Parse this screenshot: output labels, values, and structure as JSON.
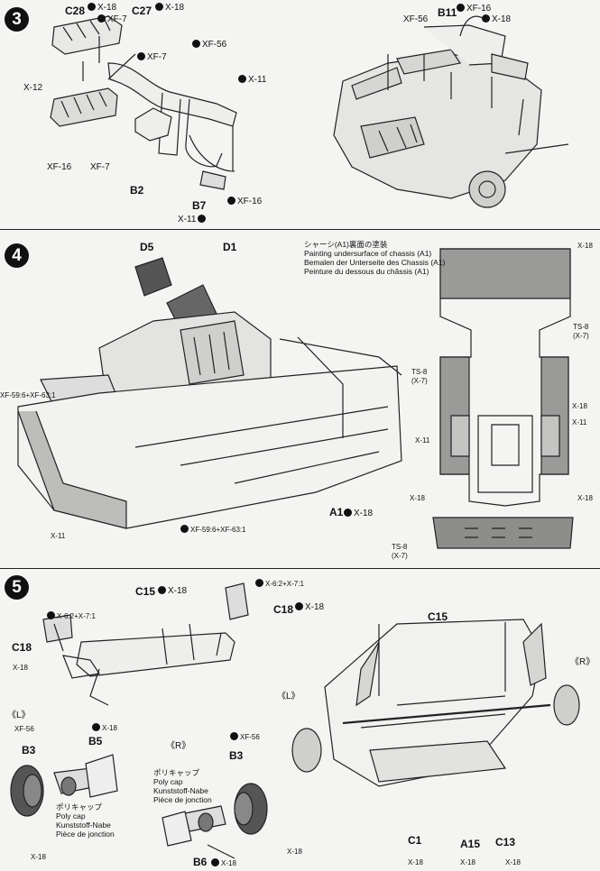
{
  "steps": [
    "3",
    "4",
    "5"
  ],
  "step3": {
    "labels": {
      "c28": "C28",
      "c27": "C27",
      "b11": "B11",
      "b2": "B2",
      "b7": "B7",
      "x18_a": "X-18",
      "x18_b": "X-18",
      "xf7_a": "XF-7",
      "xf7_b": "XF-7",
      "xf7_c": "XF-7",
      "x12": "X-12",
      "xf16_a": "XF-16",
      "xf16_b": "XF-16",
      "xf16_c": "XF-16",
      "xf56_a": "XF-56",
      "xf56_b": "XF-56",
      "x11_a": "X-11",
      "x11_b": "X-11",
      "x18_c": "X-18"
    }
  },
  "step4": {
    "note": {
      "jp": "シャーシ(A1)裏面の塗装",
      "en": "Painting undersurface of chassis (A1)",
      "de": "Bemalen der Unterseite des Chassis (A1)",
      "fr": "Peinture du dessous du châssis (A1)"
    },
    "labels": {
      "d5": "D5",
      "d1": "D1",
      "a1": "A1",
      "x18_a1": "X-18",
      "xf59_left": "XF-59:6+XF-63:1",
      "xf59_bottom": "XF-59:6+XF-63:1",
      "x11_left": "X-11",
      "x18_tr": "X-18",
      "ts8_r": "TS-8",
      "x7_r": "(X-7)",
      "ts8_l": "TS-8",
      "x7_l": "(X-7)",
      "x18_mid": "X-18",
      "x11_mid": "X-11",
      "x11_r": "X-11",
      "x18_lb": "X-18",
      "x18_rb": "X-18",
      "ts8_b": "TS-8",
      "x7_b": "(X-7)"
    }
  },
  "step5": {
    "labels": {
      "c15_a": "C15",
      "x18_c15": "X-18",
      "mix_a": "X-6:2+X-7:1",
      "mix_b": "X-6:2+X-7:1",
      "c18_a": "C18",
      "x18_c18a": "X-18",
      "c18_b": "C18",
      "x18_c18b": "X-18",
      "c15_b": "C15",
      "l_a": "《L》",
      "r_a": "《R》",
      "l_b": "《L》",
      "r_b": "《R》",
      "xf56_a": "XF-56",
      "b3_a": "B3",
      "x18_b5": "X-18",
      "b5": "B5",
      "xf56_b": "XF-56",
      "b3_b": "B3",
      "b6": "B6",
      "x18_b6": "X-18",
      "x18_l": "X-18",
      "x18_r": "X-18",
      "c1": "C1",
      "a15": "A15",
      "c13": "C13",
      "x18_c1": "X-18",
      "x18_a15": "X-18",
      "x18_c13": "X-18"
    },
    "polycap_a": {
      "jp": "ポリキャップ",
      "en": "Poly cap",
      "de": "Kunststoff-Nabe",
      "fr": "Pièce de jonction"
    },
    "polycap_b": {
      "jp": "ポリキャップ",
      "en": "Poly cap",
      "de": "Kunststoff-Nabe",
      "fr": "Pièce de jonction"
    }
  }
}
